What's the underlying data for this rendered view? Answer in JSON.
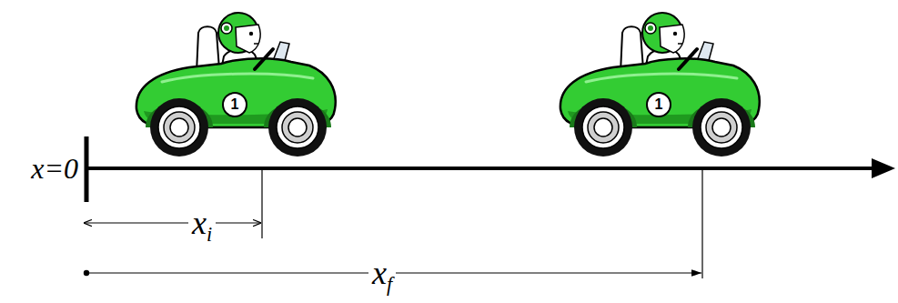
{
  "diagram": {
    "nodes": [
      {
        "text": [
          "1"
        ]
      },
      {
        "text": [
          "1"
        ]
      }
    ],
    "labels": [
      "x=0",
      "xi",
      "xf"
    ]
  }
}
